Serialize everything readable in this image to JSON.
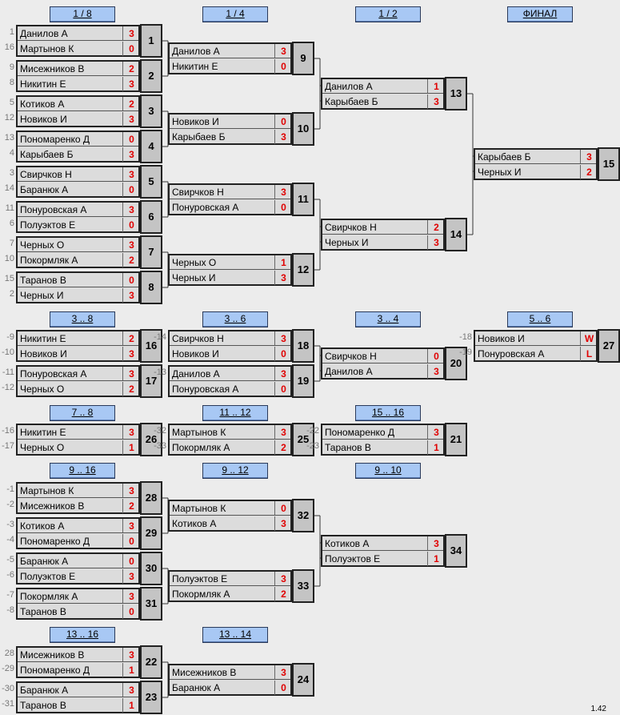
{
  "headers": {
    "r8": "1 / 8",
    "r4": "1 / 4",
    "r2": "1 / 2",
    "final": "ФИНАЛ",
    "p3_8": "3 .. 8",
    "p3_6": "3 .. 6",
    "p3_4": "3 .. 4",
    "p5_6": "5 .. 6",
    "p7_8": "7 .. 8",
    "p11_12": "11 .. 12",
    "p15_16": "15 .. 16",
    "p9_16": "9 .. 16",
    "p9_12": "9 .. 12",
    "p9_10": "9 .. 10",
    "p13_16": "13 .. 16",
    "p13_14": "13 .. 14"
  },
  "matches": {
    "m1": {
      "num": "1",
      "p1": {
        "name": "Данилов А",
        "score": "3",
        "seed": "1"
      },
      "p2": {
        "name": "Мартынов К",
        "score": "0",
        "seed": "16"
      }
    },
    "m2": {
      "num": "2",
      "p1": {
        "name": "Мисежников В",
        "score": "2",
        "seed": "9"
      },
      "p2": {
        "name": "Никитин Е",
        "score": "3",
        "seed": "8"
      }
    },
    "m3": {
      "num": "3",
      "p1": {
        "name": "Котиков А",
        "score": "2",
        "seed": "5"
      },
      "p2": {
        "name": "Новиков И",
        "score": "3",
        "seed": "12"
      }
    },
    "m4": {
      "num": "4",
      "p1": {
        "name": "Пономаренко Д",
        "score": "0",
        "seed": "13"
      },
      "p2": {
        "name": "Карыбаев Б",
        "score": "3",
        "seed": "4"
      }
    },
    "m5": {
      "num": "5",
      "p1": {
        "name": "Свирчков Н",
        "score": "3",
        "seed": "3"
      },
      "p2": {
        "name": "Баранюк А",
        "score": "0",
        "seed": "14"
      }
    },
    "m6": {
      "num": "6",
      "p1": {
        "name": "Понуровская А",
        "score": "3",
        "seed": "11"
      },
      "p2": {
        "name": "Полуэктов Е",
        "score": "0",
        "seed": "6"
      }
    },
    "m7": {
      "num": "7",
      "p1": {
        "name": "Черных О",
        "score": "3",
        "seed": "7"
      },
      "p2": {
        "name": "Покормляк А",
        "score": "2",
        "seed": "10"
      }
    },
    "m8": {
      "num": "8",
      "p1": {
        "name": "Таранов В",
        "score": "0",
        "seed": "15"
      },
      "p2": {
        "name": "Черных И",
        "score": "3",
        "seed": "2"
      }
    },
    "m9": {
      "num": "9",
      "p1": {
        "name": "Данилов А",
        "score": "3"
      },
      "p2": {
        "name": "Никитин Е",
        "score": "0"
      }
    },
    "m10": {
      "num": "10",
      "p1": {
        "name": "Новиков И",
        "score": "0"
      },
      "p2": {
        "name": "Карыбаев Б",
        "score": "3"
      }
    },
    "m11": {
      "num": "11",
      "p1": {
        "name": "Свирчков Н",
        "score": "3"
      },
      "p2": {
        "name": "Понуровская А",
        "score": "0"
      }
    },
    "m12": {
      "num": "12",
      "p1": {
        "name": "Черных О",
        "score": "1"
      },
      "p2": {
        "name": "Черных И",
        "score": "3"
      }
    },
    "m13": {
      "num": "13",
      "p1": {
        "name": "Данилов А",
        "score": "1"
      },
      "p2": {
        "name": "Карыбаев Б",
        "score": "3"
      }
    },
    "m14": {
      "num": "14",
      "p1": {
        "name": "Свирчков Н",
        "score": "2"
      },
      "p2": {
        "name": "Черных И",
        "score": "3"
      }
    },
    "m15": {
      "num": "15",
      "p1": {
        "name": "Карыбаев Б",
        "score": "3"
      },
      "p2": {
        "name": "Черных И",
        "score": "2"
      }
    },
    "m16": {
      "num": "16",
      "p1": {
        "name": "Никитин Е",
        "score": "2",
        "seed": "-9"
      },
      "p2": {
        "name": "Новиков И",
        "score": "3",
        "seed": "-10"
      }
    },
    "m17": {
      "num": "17",
      "p1": {
        "name": "Понуровская А",
        "score": "3",
        "seed": "-11"
      },
      "p2": {
        "name": "Черных О",
        "score": "2",
        "seed": "-12"
      }
    },
    "m18": {
      "num": "18",
      "p1": {
        "name": "Свирчков Н",
        "score": "3",
        "seed": "-14"
      },
      "p2": {
        "name": "Новиков И",
        "score": "0"
      }
    },
    "m19": {
      "num": "19",
      "p1": {
        "name": "Данилов А",
        "score": "3",
        "seed": "-13"
      },
      "p2": {
        "name": "Понуровская А",
        "score": "0"
      }
    },
    "m20": {
      "num": "20",
      "p1": {
        "name": "Свирчков Н",
        "score": "0"
      },
      "p2": {
        "name": "Данилов А",
        "score": "3"
      }
    },
    "m27": {
      "num": "27",
      "p1": {
        "name": "Новиков И",
        "score": "W",
        "seed": "-18"
      },
      "p2": {
        "name": "Понуровская А",
        "score": "L",
        "seed": "-19"
      }
    },
    "m26": {
      "num": "26",
      "p1": {
        "name": "Никитин Е",
        "score": "3",
        "seed": "-16"
      },
      "p2": {
        "name": "Черных О",
        "score": "1",
        "seed": "-17"
      }
    },
    "m25": {
      "num": "25",
      "p1": {
        "name": "Мартынов К",
        "score": "3",
        "seed": "-32"
      },
      "p2": {
        "name": "Покормляк А",
        "score": "2",
        "seed": "-33"
      }
    },
    "m21": {
      "num": "21",
      "p1": {
        "name": "Пономаренко Д",
        "score": "3",
        "seed": "-22"
      },
      "p2": {
        "name": "Таранов В",
        "score": "1",
        "seed": "-23"
      }
    },
    "m28": {
      "num": "28",
      "p1": {
        "name": "Мартынов К",
        "score": "3",
        "seed": "-1"
      },
      "p2": {
        "name": "Мисежников В",
        "score": "2",
        "seed": "-2"
      }
    },
    "m29": {
      "num": "29",
      "p1": {
        "name": "Котиков А",
        "score": "3",
        "seed": "-3"
      },
      "p2": {
        "name": "Пономаренко Д",
        "score": "0",
        "seed": "-4"
      }
    },
    "m30": {
      "num": "30",
      "p1": {
        "name": "Баранюк А",
        "score": "0",
        "seed": "-5"
      },
      "p2": {
        "name": "Полуэктов Е",
        "score": "3",
        "seed": "-6"
      }
    },
    "m31": {
      "num": "31",
      "p1": {
        "name": "Покормляк А",
        "score": "3",
        "seed": "-7"
      },
      "p2": {
        "name": "Таранов В",
        "score": "0",
        "seed": "-8"
      }
    },
    "m32": {
      "num": "32",
      "p1": {
        "name": "Мартынов К",
        "score": "0"
      },
      "p2": {
        "name": "Котиков А",
        "score": "3"
      }
    },
    "m33": {
      "num": "33",
      "p1": {
        "name": "Полуэктов Е",
        "score": "3"
      },
      "p2": {
        "name": "Покормляк А",
        "score": "2"
      }
    },
    "m34": {
      "num": "34",
      "p1": {
        "name": "Котиков А",
        "score": "3"
      },
      "p2": {
        "name": "Полуэктов Е",
        "score": "1"
      }
    },
    "m22": {
      "num": "22",
      "p1": {
        "name": "Мисежников В",
        "score": "3",
        "seed": "28"
      },
      "p2": {
        "name": "Пономаренко Д",
        "score": "1",
        "seed": "-29"
      }
    },
    "m23": {
      "num": "23",
      "p1": {
        "name": "Баранюк А",
        "score": "3",
        "seed": "-30"
      },
      "p2": {
        "name": "Таранов В",
        "score": "1",
        "seed": "-31"
      }
    },
    "m24": {
      "num": "24",
      "p1": {
        "name": "Мисежников В",
        "score": "3"
      },
      "p2": {
        "name": "Баранюк А",
        "score": "0"
      }
    }
  },
  "version": "1.42"
}
